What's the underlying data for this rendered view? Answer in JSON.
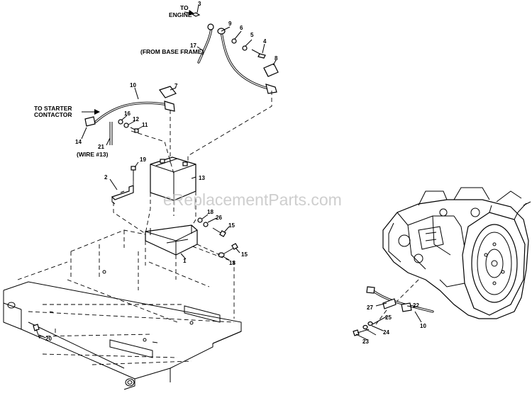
{
  "watermark": "eReplacementParts.com",
  "labels": {
    "to_engine": [
      "TO",
      "ENGINE"
    ],
    "to_starter": [
      "TO STARTER",
      "CONTACTOR"
    ],
    "from_base_frame": "(FROM BASE FRAME)",
    "wire_13": "(WIRE #13)"
  },
  "callouts": {
    "n1": "1",
    "n2": "2",
    "n3": "3",
    "n4": "4",
    "n5": "5",
    "n6": "6",
    "n7": "7",
    "n8": "8",
    "n9": "9",
    "n10a": "10",
    "n10b": "10",
    "n11": "11",
    "n12": "12",
    "n13": "13",
    "n14": "14",
    "n15a": "15",
    "n15b": "15",
    "n16": "16",
    "n17": "17",
    "n18a": "18",
    "n18b": "18",
    "n19": "19",
    "n20": "20",
    "n21": "21",
    "n22": "22",
    "n23": "23",
    "n24": "24",
    "n25": "25",
    "n26": "26",
    "n27": "27"
  }
}
